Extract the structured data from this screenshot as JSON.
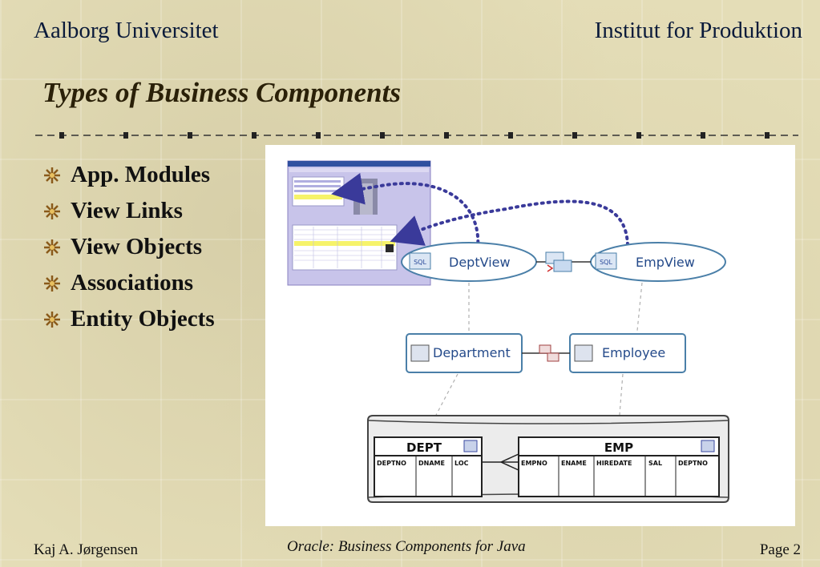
{
  "header": {
    "left": "Aalborg Universitet",
    "right": "Institut for Produktion"
  },
  "title": "Types of Business Components",
  "bullets": [
    "App. Modules",
    "View Links",
    "View Objects",
    "Associations",
    "Entity Objects"
  ],
  "diagram": {
    "view_objects": [
      "DeptView",
      "EmpView"
    ],
    "entity_objects": [
      "Department",
      "Employee"
    ],
    "sql_badge": "SQL",
    "tables": [
      {
        "name": "DEPT",
        "columns": [
          "DEPTNO",
          "DNAME",
          "LOC"
        ]
      },
      {
        "name": "EMP",
        "columns": [
          "EMPNO",
          "ENAME",
          "HIREDATE",
          "SAL",
          "DEPTNO"
        ]
      }
    ]
  },
  "footer": {
    "author": "Kaj A. Jørgensen",
    "caption": "Oracle: Business Components for Java",
    "page": "Page 2"
  },
  "colors": {
    "background": "#e4ddb7",
    "title": "#2a2008",
    "bullet": "#8a5a1a",
    "dotted_arrow": "#3a3a9a",
    "node_border": "#4a7fa8"
  }
}
